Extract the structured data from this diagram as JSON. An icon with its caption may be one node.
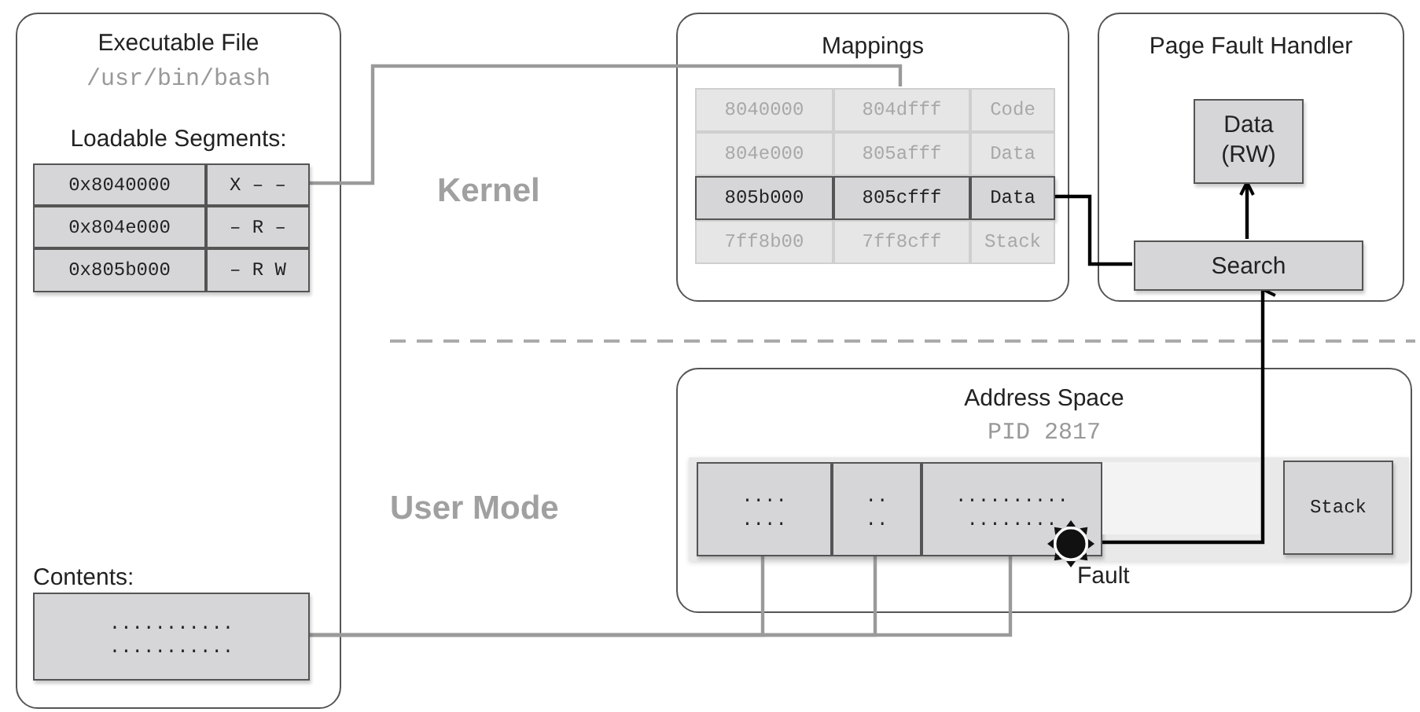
{
  "diagram": {
    "nodes": [
      {
        "text": [
          "Executable File",
          "/usr/bin/bash",
          "Loadable Segments:",
          "Contents:"
        ]
      },
      {
        "text": [
          "0x8040000"
        ],
        "in": 0
      },
      {
        "text": [
          "X – –"
        ],
        "in": 0
      },
      {
        "text": [
          "0x804e000"
        ],
        "in": 0
      },
      {
        "text": [
          "– R –"
        ],
        "in": 0
      },
      {
        "text": [
          "0x805b000"
        ],
        "in": 0
      },
      {
        "text": [
          "– R W"
        ],
        "in": 0
      },
      {
        "text": [
          "........... ..........."
        ],
        "in": 0
      },
      {
        "text": [
          "Mappings"
        ]
      },
      {
        "text": [
          "8040000"
        ],
        "in": 8
      },
      {
        "text": [
          "804dfff"
        ],
        "in": 8
      },
      {
        "text": [
          "Code"
        ],
        "in": 8
      },
      {
        "text": [
          "804e000"
        ],
        "in": 8
      },
      {
        "text": [
          "805afff"
        ],
        "in": 8
      },
      {
        "text": [
          "Data"
        ],
        "in": 8
      },
      {
        "text": [
          "805b000"
        ],
        "in": 8
      },
      {
        "text": [
          "805cfff"
        ],
        "in": 8
      },
      {
        "text": [
          "Data"
        ],
        "in": 8
      },
      {
        "text": [
          "7ff8b00"
        ],
        "in": 8
      },
      {
        "text": [
          "7ff8cff"
        ],
        "in": 8
      },
      {
        "text": [
          "Stack"
        ],
        "in": 8
      },
      {
        "text": [
          "Page Fault Handler"
        ]
      },
      {
        "text": [
          "Data (RW)"
        ],
        "in": 21
      },
      {
        "text": [
          "Search"
        ],
        "in": 21
      },
      {
        "text": [
          "Address Space",
          "PID 2817"
        ]
      },
      {
        "text": [
          ".... ...."
        ],
        "in": 24
      },
      {
        "text": [
          ".. .."
        ],
        "in": 24
      },
      {
        "text": [
          ".......... ........"
        ],
        "in": 24
      },
      {
        "text": [],
        "shape": "box",
        "in": 24
      },
      {
        "text": [
          "Stack"
        ],
        "in": 24
      },
      {
        "text": [],
        "shape": "circle",
        "in": 24,
        "beside": [
          "Fault"
        ]
      }
    ],
    "edges": [
      {
        "from": 2,
        "to": 10,
        "arrow": "none"
      },
      {
        "from": 17,
        "to": 23,
        "arrow": "none",
        "color": "#000000"
      },
      {
        "from": 23,
        "to": 22,
        "arrow": "to",
        "color": "#000000"
      },
      {
        "from": 30,
        "to": 23,
        "arrow": "to",
        "color": "#000000"
      },
      {
        "from": 7,
        "to": 25,
        "arrow": "none"
      },
      {
        "from": 7,
        "to": 26,
        "arrow": "none"
      },
      {
        "from": 7,
        "to": 27,
        "arrow": "none"
      }
    ],
    "labels": [
      "Kernel",
      "User Mode"
    ]
  }
}
